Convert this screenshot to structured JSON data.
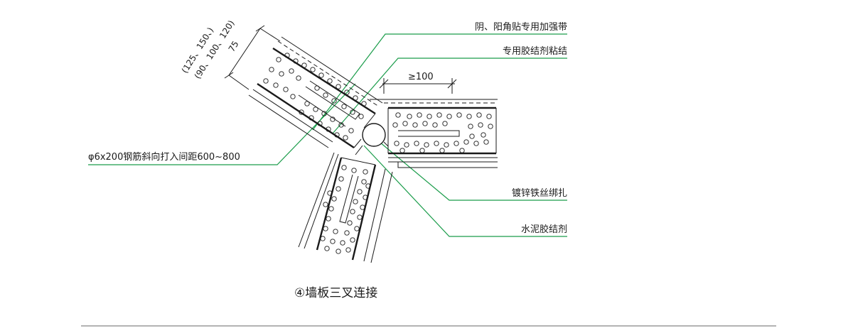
{
  "colors": {
    "leader": "#1a9c4a",
    "line": "#1a1a1a",
    "bottom_rule": "#9a9a9a"
  },
  "labels": {
    "reinforce_tape": "阴、阳角贴专用加强带",
    "adhesive": "专用胶结剂粘结",
    "rebar": "φ6x200钢筋斜向打入间距600~800",
    "wire": "镀锌铁丝绑扎",
    "cement": "水泥胶结剂"
  },
  "dimensions": {
    "overlap": "≥100",
    "thickness_a": "(125、150、)",
    "thickness_b": "(90、100、120)",
    "thickness_c": "75"
  },
  "caption": "④墙板三叉连接"
}
